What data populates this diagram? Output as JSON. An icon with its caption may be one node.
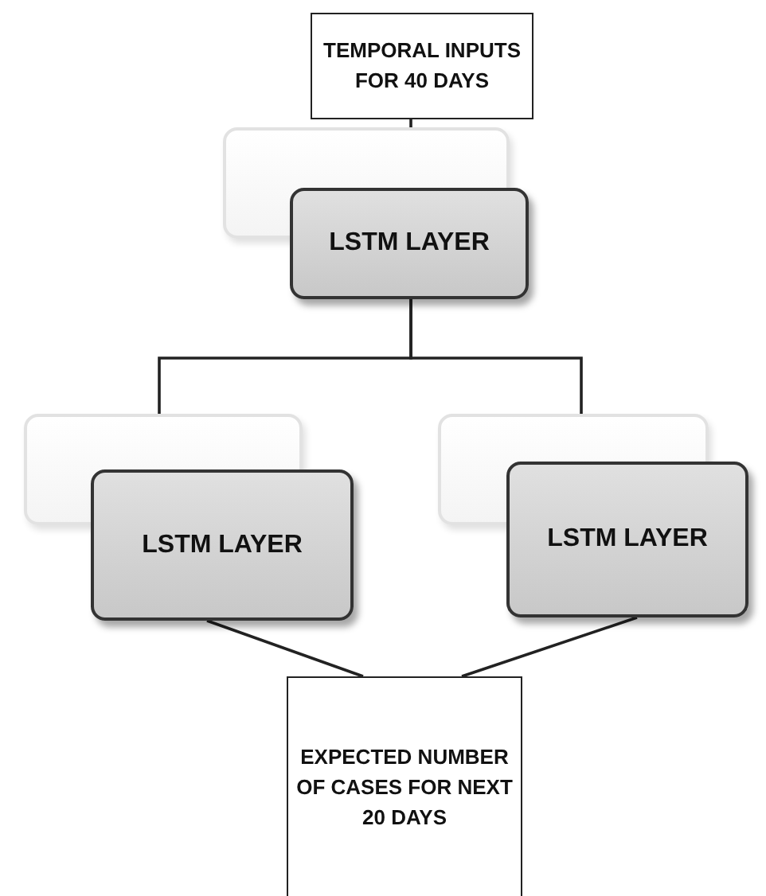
{
  "diagram": {
    "nodes": [
      {
        "text": [
          "TEMPORAL INPUTS FOR 40 DAYS"
        ]
      },
      {
        "text": [
          "LSTM LAYER"
        ]
      },
      {
        "text": [
          "LSTM LAYER"
        ]
      },
      {
        "text": [
          "LSTM LAYER"
        ]
      },
      {
        "text": [
          "EXPECTED NUMBER OF CASES FOR NEXT 20 DAYS"
        ]
      }
    ],
    "edges": [
      {
        "from": 0,
        "to": 1,
        "arrow": "none"
      },
      {
        "from": 1,
        "to": 2,
        "arrow": "none"
      },
      {
        "from": 1,
        "to": 3,
        "arrow": "none"
      },
      {
        "from": 2,
        "to": 4,
        "arrow": "none"
      },
      {
        "from": 3,
        "to": 4,
        "arrow": "none"
      }
    ]
  }
}
